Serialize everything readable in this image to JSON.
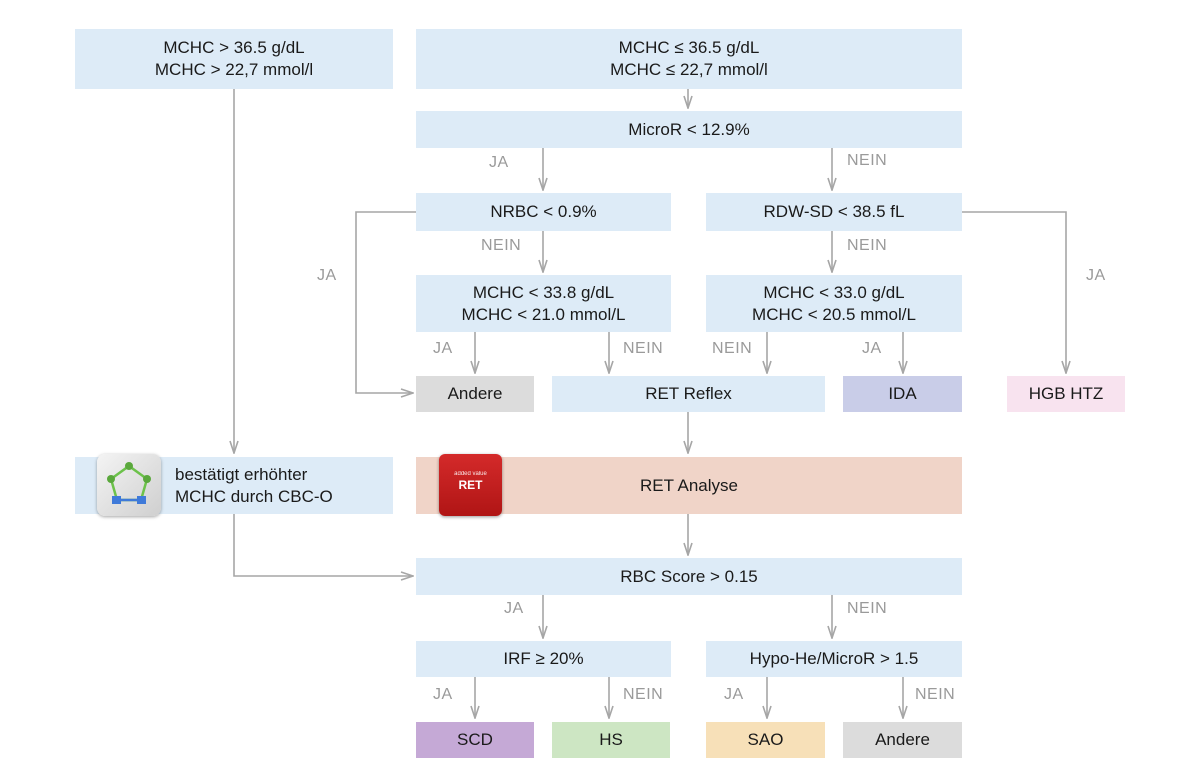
{
  "boxes": {
    "left_top": [
      "MCHC > 36.5 g/dL",
      "MCHC > 22,7 mmol/l"
    ],
    "right_top": [
      "MCHC ≤ 36.5 g/dL",
      "MCHC ≤ 22,7 mmol/l"
    ],
    "micror": "MicroR < 12.9%",
    "nrbc": "NRBC < 0.9%",
    "rdw": "RDW-SD < 38.5 fL",
    "mchc_338": [
      "MCHC < 33.8 g/dL",
      "MCHC < 21.0 mmol/L"
    ],
    "mchc_330": [
      "MCHC < 33.0 g/dL",
      "MCHC < 20.5 mmol/L"
    ],
    "andere_1": "Andere",
    "ret_reflex": "RET Reflex",
    "ida": "IDA",
    "hgb_htz": "HGB HTZ",
    "cbc": [
      "bestätigt erhöhter",
      "MCHC durch CBC-O"
    ],
    "ret_analyse": "RET Analyse",
    "rbc_score": "RBC Score > 0.15",
    "irf": "IRF ≥ 20%",
    "hypo": "Hypo-He/MicroR > 1.5",
    "scd": "SCD",
    "hs": "HS",
    "sao": "SAO",
    "andere_2": "Andere"
  },
  "badge": {
    "top": "added value",
    "bottom": "RET"
  },
  "labels": {
    "yes": "JA",
    "no": "NEIN"
  },
  "colors": {
    "decision": "#ddebf7",
    "andere": "#dcdcdc",
    "ida": "#c9cde8",
    "hgb_htz": "#f8e3ef",
    "ret_analyse": "#f0d4c8",
    "scd": "#c5a9d6",
    "hs": "#cde6c3",
    "sao": "#f7e0b8",
    "connector": "#a6a6a6",
    "badge": "#c41e1e"
  },
  "icons": {
    "cbc": "cbc-o-pentagon-icon",
    "ret": "ret-added-value-badge"
  }
}
